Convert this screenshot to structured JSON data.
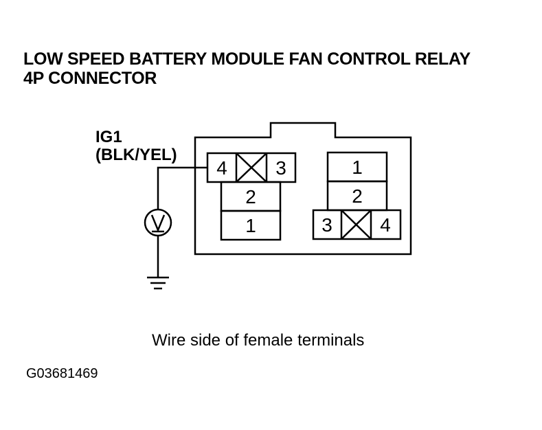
{
  "title": {
    "line1": "LOW SPEED BATTERY MODULE FAN CONTROL RELAY",
    "line2": "4P CONNECTOR"
  },
  "wire": {
    "name": "IG1",
    "color": "(BLK/YEL)"
  },
  "left_connector": {
    "top_row": [
      "4",
      "3"
    ],
    "middle": "2",
    "bottom": "1"
  },
  "right_connector": {
    "top": "1",
    "middle": "2",
    "bottom_row": [
      "3",
      "4"
    ]
  },
  "meter_symbol": "voltmeter-icon",
  "ground_symbol": "ground-icon",
  "caption": "Wire side of female terminals",
  "figure_id": "G03681469"
}
